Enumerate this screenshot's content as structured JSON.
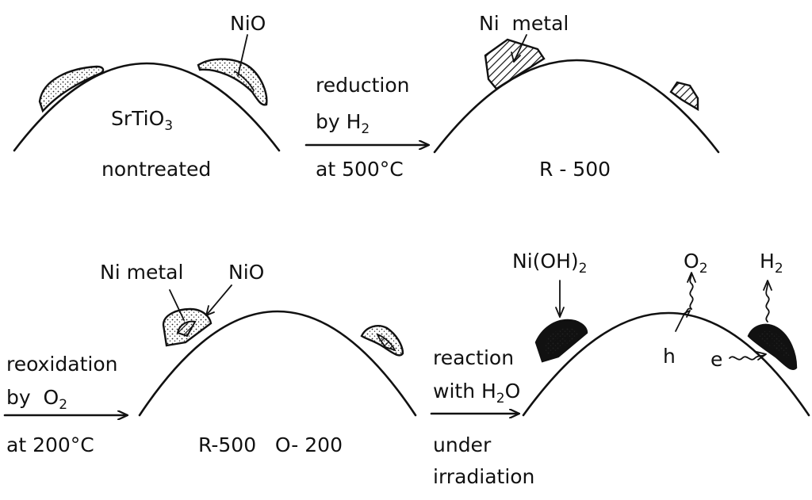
{
  "panels": {
    "nontreated": {
      "support_label": "SrTiO",
      "support_sub": "3",
      "nio_label": "NiO",
      "caption": "nontreated"
    },
    "r500": {
      "ni_label": "Ni  metal",
      "caption": "R - 500"
    },
    "r500_o200": {
      "ni_label": "Ni metal",
      "nio_label": "NiO",
      "caption": "R-500   O- 200"
    },
    "reacted": {
      "hydroxide_label": "Ni(OH)",
      "hydroxide_sub": "2",
      "o2_label": "O",
      "o2_sub": "2",
      "h2_label": "H",
      "h2_sub": "2",
      "hole_label": "h",
      "electron_label": "e"
    }
  },
  "arrows": {
    "reduction": {
      "line1": "reduction",
      "line2": "by H",
      "line2_sub": "2",
      "line3": "at 500°C"
    },
    "reoxidation": {
      "line1": "reoxidation",
      "line2": "by  O",
      "line2_sub": "2",
      "line3": "at 200°C"
    },
    "reaction": {
      "line1": "reaction",
      "line2": "with H",
      "line2_sub": "2",
      "line2_tail": "O",
      "line3": "under",
      "line4": "irradiation"
    }
  },
  "colors": {
    "ink": "#111111",
    "background": "#ffffff"
  }
}
